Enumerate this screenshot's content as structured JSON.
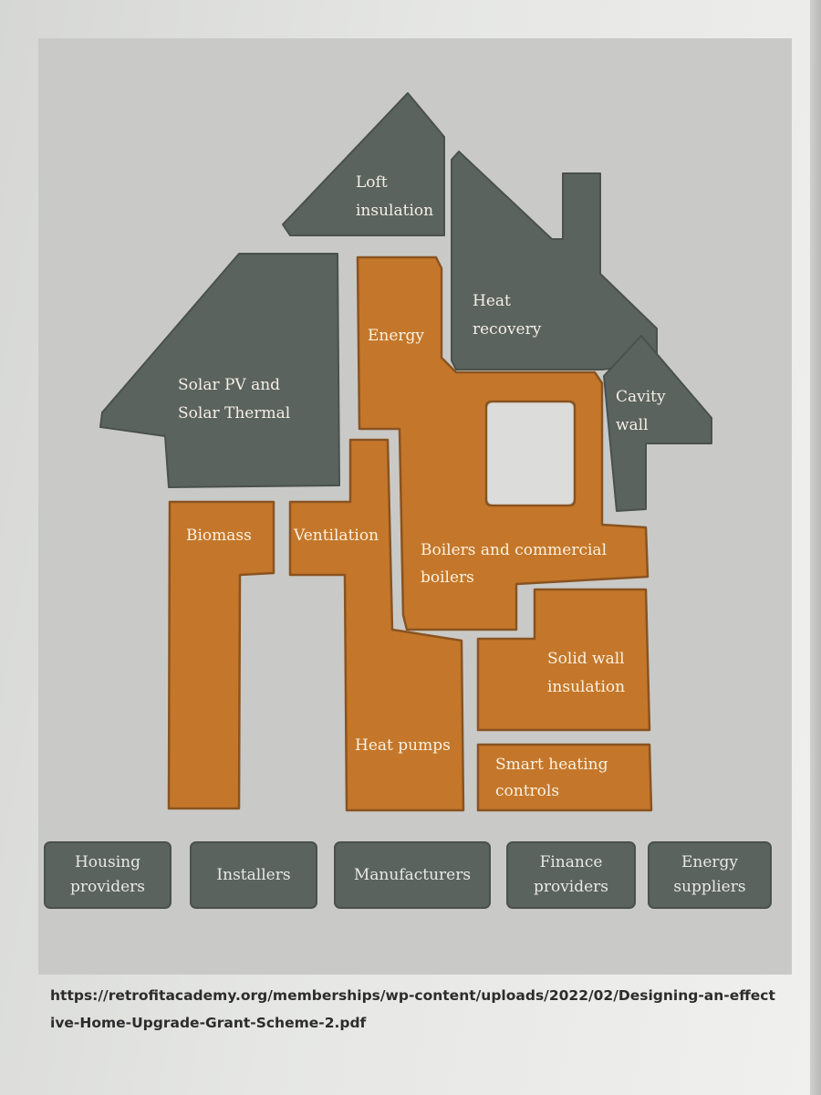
{
  "house": {
    "loft": [
      "Loft",
      "insulation"
    ],
    "heat_recovery": [
      "Heat",
      "recovery"
    ],
    "solar": [
      "Solar PV and",
      "Solar Thermal"
    ],
    "cavity": [
      "Cavity",
      "wall"
    ],
    "energy": "Energy",
    "biomass": "Biomass",
    "ventilation": "Ventilation",
    "boilers": [
      "Boilers and commercial",
      "boilers"
    ],
    "solid_wall": [
      "Solid wall",
      "insulation"
    ],
    "heat_pumps": "Heat pumps",
    "smart_heating": [
      "Smart heating",
      "controls"
    ]
  },
  "stakeholders": [
    "Housing\nproviders",
    "Installers",
    "Manufacturers",
    "Finance\nproviders",
    "Energy\nsuppliers"
  ],
  "source": "https://retrofitacademy.org/memberships/wp-content/uploads/2022/02/Designing-an-effective-Home-Upgrade-Grant-Scheme-2.pdf",
  "colors": {
    "grey_piece": "#5b635e",
    "orange_piece": "#c4772a",
    "panel_background": "#c9cac8"
  }
}
